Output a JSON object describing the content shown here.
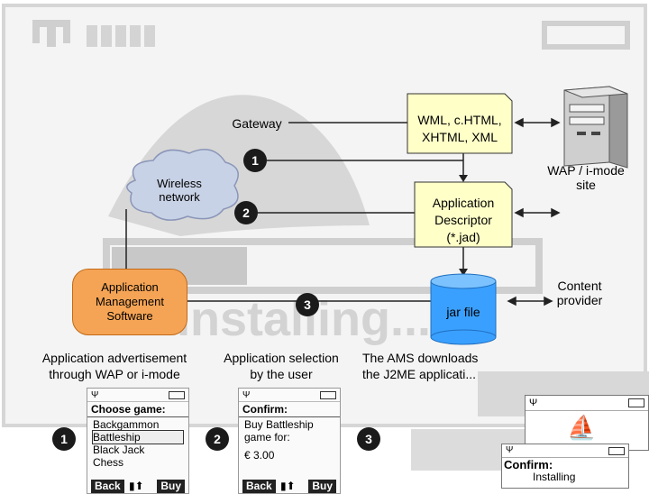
{
  "diagram": {
    "gateway_label": "Gateway",
    "formats_note": [
      "WML, c.HTML,",
      "XHTML, XML"
    ],
    "descriptor_note": [
      "Application",
      "Descriptor",
      "(*.jad)"
    ],
    "wap_site_label": [
      "WAP / i-mode",
      "site"
    ],
    "wireless_label": [
      "Wireless",
      "network"
    ],
    "ams_label": [
      "Application",
      "Management",
      "Software"
    ],
    "jar_label": "jar file",
    "content_provider_label": [
      "Content",
      "provider"
    ],
    "badges": [
      "1",
      "2",
      "3"
    ],
    "backdrop_word": "Installing..."
  },
  "steps": [
    {
      "number": "1",
      "caption": [
        "Application advertisement",
        "through WAP or i-mode"
      ]
    },
    {
      "number": "2",
      "caption": [
        "Application selection",
        "by the user"
      ]
    },
    {
      "number": "3",
      "caption": [
        "The AMS downloads",
        "the J2ME applicati..."
      ]
    }
  ],
  "phones": [
    {
      "title": "Choose game:",
      "items": [
        "Backgammon",
        "Battleship",
        "Black Jack",
        "Chess"
      ],
      "selected_index": 1,
      "left_soft": "Back",
      "right_soft": "Buy"
    },
    {
      "title": "Confirm:",
      "items": [
        "Buy Battleship",
        "game for:",
        "",
        "€ 3.00"
      ],
      "selected_index": -1,
      "left_soft": "Back",
      "right_soft": "Buy"
    }
  ],
  "third_phone": {
    "title": "Confirm:",
    "subtitle": "Installing"
  },
  "colors": {
    "note_fill": "#ffffc8",
    "ams_fill": "#f5a455",
    "jar_fill": "#3aa0ff",
    "badge": "#1b1b1b"
  }
}
